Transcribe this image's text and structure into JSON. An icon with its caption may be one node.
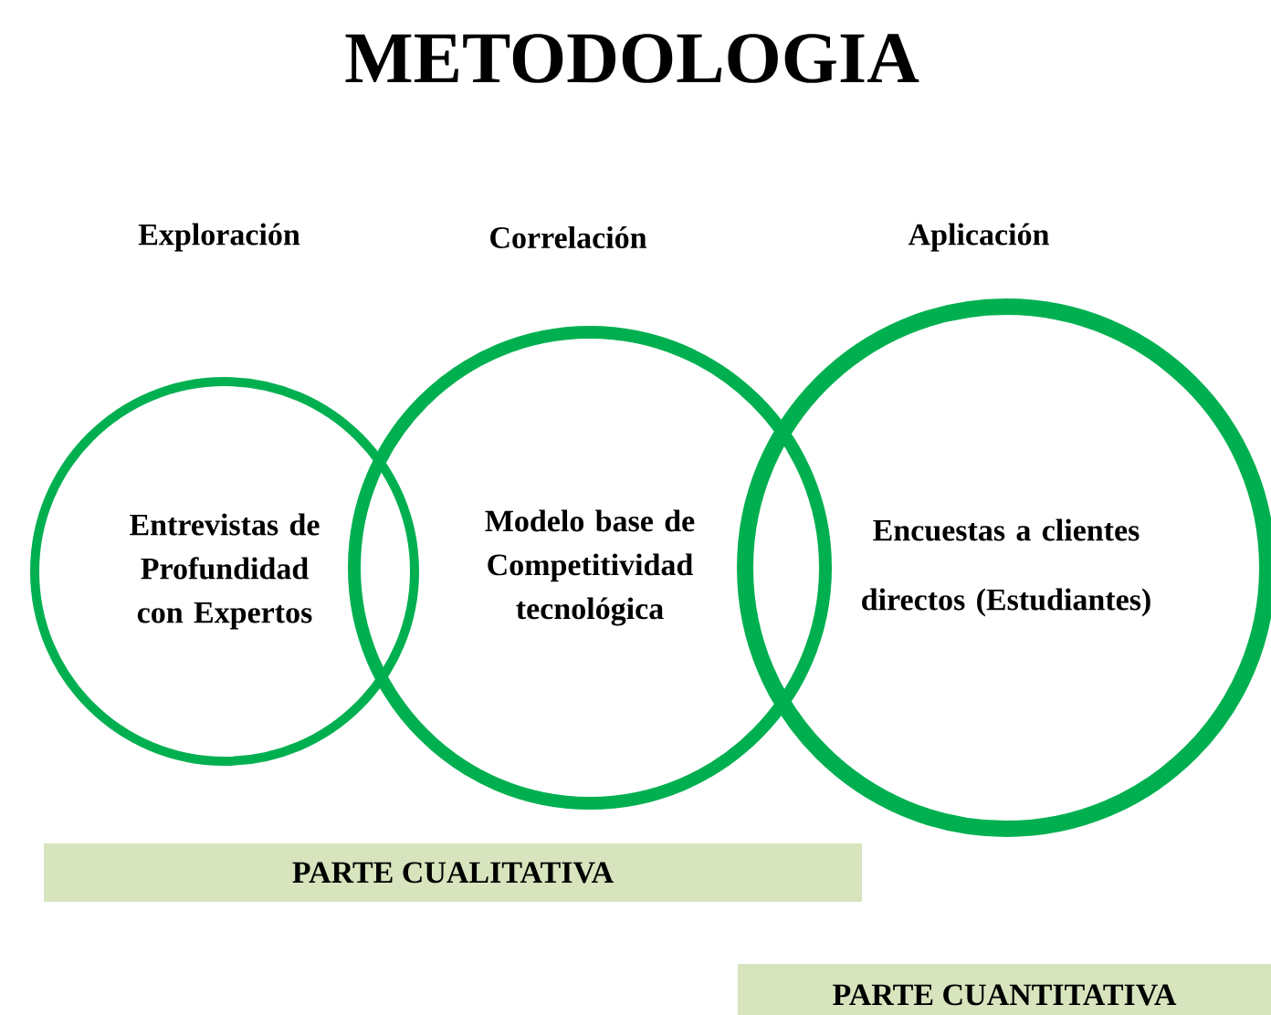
{
  "diagram": {
    "title": "METODOLOGIA",
    "nodes": [
      {
        "text": [
          "Entrevistas de Profundidad con Expertos"
        ]
      },
      {
        "text": [
          "Modelo base de Competitividad tecnológica"
        ]
      },
      {
        "text": [
          "Encuestas a clientes directos (Estudiantes)"
        ]
      },
      {
        "text": [
          "PARTE CUALITATIVA"
        ]
      },
      {
        "text": [
          "PARTE CUANTITATIVA"
        ]
      }
    ],
    "labels": [
      "Exploración",
      "Correlación",
      "Aplicación"
    ]
  }
}
